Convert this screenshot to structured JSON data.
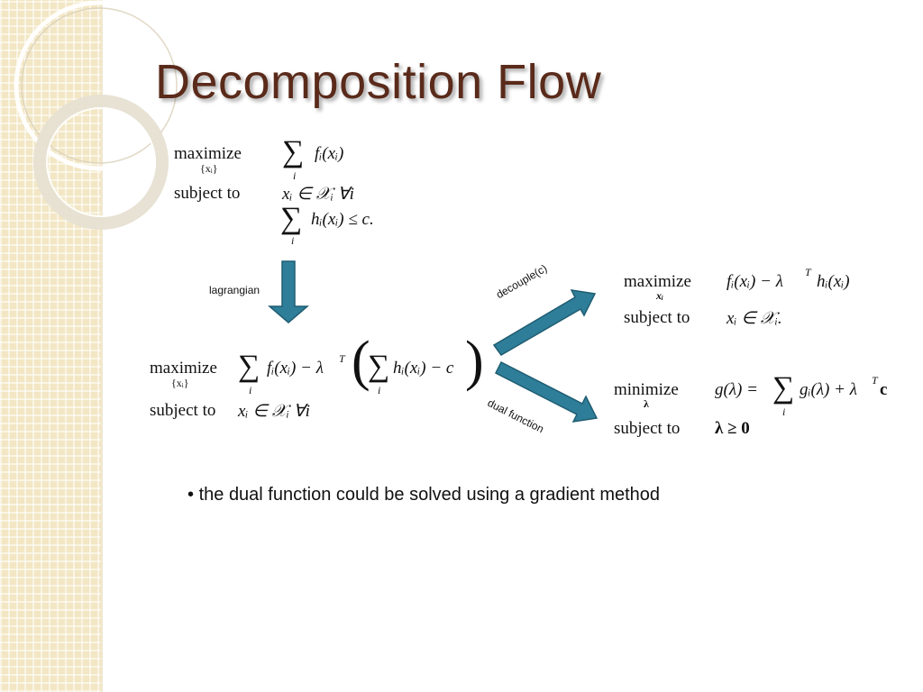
{
  "slide": {
    "title": "Decomposition Flow",
    "bullet_marker": "•",
    "bullet": "the dual function could be solved using a gradient method"
  },
  "labels": {
    "lagrangian": "lagrangian",
    "decouple": "decouple(c)",
    "dual_function": "dual function"
  },
  "problem_primal": {
    "maximize": "maximize",
    "maximize_sub": "{xᵢ}",
    "objective": "fᵢ(xᵢ)",
    "subject_to": "subject to",
    "constraint1": "xᵢ ∈ 𝒳ᵢ    ∀i",
    "constraint2": "hᵢ(xᵢ) ≤ c.",
    "sum_index": "i"
  },
  "problem_lagrangian": {
    "maximize": "maximize",
    "maximize_sub": "{xᵢ}",
    "objective_a": "fᵢ(xᵢ) − λ",
    "superscript_T": "T",
    "objective_b": "hᵢ(xᵢ) − c",
    "subject_to": "subject to",
    "constraint": "xᵢ ∈ 𝒳ᵢ   ∀i",
    "sum_index": "i"
  },
  "problem_decoupled": {
    "maximize": "maximize",
    "maximize_sub": "xᵢ",
    "objective_a": "fᵢ(xᵢ) − λ",
    "superscript_T": "T",
    "objective_b": "hᵢ(xᵢ)",
    "subject_to": "subject to",
    "constraint": "xᵢ ∈ 𝒳ᵢ."
  },
  "problem_dual": {
    "minimize": "minimize",
    "minimize_sub": "λ",
    "objective_a": "g(λ) =",
    "objective_b": "gᵢ(λ) + λ",
    "superscript_T": "T",
    "objective_c": "c",
    "subject_to": "subject to",
    "constraint": "λ ≥ 0",
    "sum_index": "i"
  },
  "colors": {
    "title": "#5a2a1a",
    "arrow_fill": "#2f7e99",
    "arrow_stroke": "#1f5d72",
    "strip": "#f2e6c4"
  },
  "icons": {
    "arrow_down": "down-arrow-icon",
    "arrow_up_right": "up-right-arrow-icon",
    "arrow_down_right": "down-right-arrow-icon"
  }
}
